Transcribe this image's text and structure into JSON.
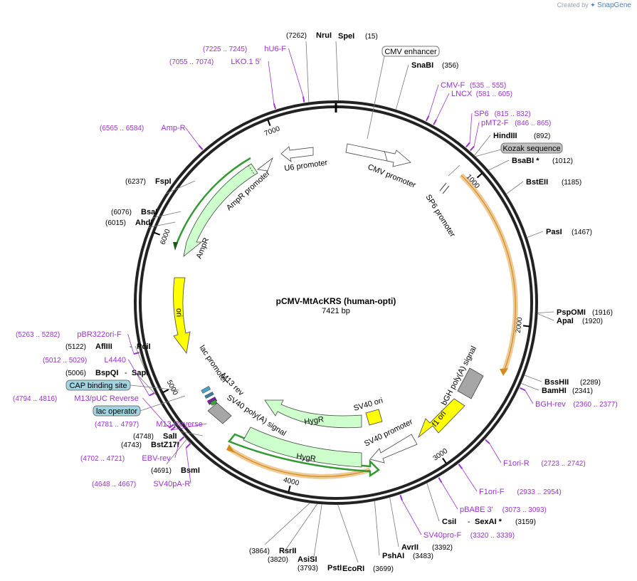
{
  "app": {
    "credit_prefix": "Created by",
    "brand": "SnapGene"
  },
  "plasmid": {
    "name": "pCMV-MtAcKRS (human-opti)",
    "size_label": "7421 bp",
    "length": 7421
  },
  "colors": {
    "enzyme": "#000000",
    "primer": "#9933cc",
    "primer_range": "#9933cc",
    "promoter": "#ffffff",
    "marker": "#ccffcc",
    "origin": "#ffff00",
    "polyA": "#a6a6a6",
    "protein_line": "#ffcc66",
    "resistance_line": "#339933"
  },
  "scale_ticks": [
    {
      "bp": 1000,
      "label": "1000"
    },
    {
      "bp": 2000,
      "label": "2000"
    },
    {
      "bp": 3000,
      "label": "3000"
    },
    {
      "bp": 4000,
      "label": "4000"
    },
    {
      "bp": 5000,
      "label": "5000"
    },
    {
      "bp": 6000,
      "label": "6000"
    },
    {
      "bp": 7000,
      "label": "7000"
    }
  ],
  "enzymes": [
    {
      "name": "SpeI",
      "pos": "(15)",
      "bp": 15
    },
    {
      "name": "SnaBI",
      "pos": "(356)",
      "bp": 356
    },
    {
      "name": "HindIII",
      "pos": "(892)",
      "bp": 892
    },
    {
      "name": "BsaBI *",
      "pos": "(1012)",
      "bp": 1012
    },
    {
      "name": "BstEII",
      "pos": "(1185)",
      "bp": 1185
    },
    {
      "name": "PasI",
      "pos": "(1467)",
      "bp": 1467
    },
    {
      "name": "PspOMI",
      "pos": "(1916)",
      "bp": 1916
    },
    {
      "name": "ApaI",
      "pos": "(1920)",
      "bp": 1920
    },
    {
      "name": "BssHII",
      "pos": "(2289)",
      "bp": 2289
    },
    {
      "name": "BamHI",
      "pos": "(2341)",
      "bp": 2341
    },
    {
      "name": "CsiI",
      "pos": "(3159)",
      "bp": 3159,
      "extra_name": "SexAI *"
    },
    {
      "name": "AvrII",
      "pos": "(3392)",
      "bp": 3392
    },
    {
      "name": "PshAI",
      "pos": "(3483)",
      "bp": 3483
    },
    {
      "name": "EcoRI",
      "pos": "(3699)",
      "bp": 3699
    },
    {
      "name": "PstI",
      "pos": "(3793)",
      "bp": 3793
    },
    {
      "name": "AsiSI",
      "pos": "(3820)",
      "bp": 3820
    },
    {
      "name": "RsrII",
      "pos": "(3864)",
      "bp": 3864
    },
    {
      "name": "BsmI",
      "pos": "(4691)",
      "bp": 4691
    },
    {
      "name": "BstZ17I",
      "pos": "(4743)",
      "bp": 4743
    },
    {
      "name": "SalI",
      "pos": "(4748)",
      "bp": 4748
    },
    {
      "name": "BspQI",
      "pos": "(5006)",
      "bp": 5006,
      "extra_name": "SapI"
    },
    {
      "name": "AflIII",
      "pos": "(5122)",
      "bp": 5122,
      "extra_name": "PciI"
    },
    {
      "name": "AhdI",
      "pos": "(6015)",
      "bp": 6015
    },
    {
      "name": "BsaI",
      "pos": "(6076)",
      "bp": 6076
    },
    {
      "name": "FspI",
      "pos": "(6237)",
      "bp": 6237
    },
    {
      "name": "NruI",
      "pos": "(7262)",
      "bp": 7262
    }
  ],
  "primers": [
    {
      "name": "CMV-F",
      "range": "(535 .. 555)",
      "bp": 545
    },
    {
      "name": "LNCX",
      "range": "(581 .. 605)",
      "bp": 593
    },
    {
      "name": "SP6",
      "range": "(815 .. 832)",
      "bp": 823
    },
    {
      "name": "pMT2-F",
      "range": "(846 .. 865)",
      "bp": 855
    },
    {
      "name": "BGH-rev",
      "range": "(2360 .. 2377)",
      "bp": 2368
    },
    {
      "name": "F1ori-R",
      "range": "(2723 .. 2742)",
      "bp": 2732
    },
    {
      "name": "F1ori-F",
      "range": "(2933 .. 2954)",
      "bp": 2943
    },
    {
      "name": "pBABE 3'",
      "range": "(3073 .. 3093)",
      "bp": 3083
    },
    {
      "name": "SV40pro-F",
      "range": "(3320 .. 3339)",
      "bp": 3329
    },
    {
      "name": "SV40pA-R",
      "range": "(4648 .. 4667)",
      "bp": 4657
    },
    {
      "name": "EBV-rev",
      "range": "(4702 .. 4721)",
      "bp": 4711
    },
    {
      "name": "M13 Reverse",
      "range": "(4781 .. 4797)",
      "bp": 4789
    },
    {
      "name": "M13/pUC Reverse",
      "range": "(4794 .. 4816)",
      "bp": 4805
    },
    {
      "name": "L4440",
      "range": "(5012 .. 5029)",
      "bp": 5020
    },
    {
      "name": "pBR322ori-F",
      "range": "(5263 .. 5282)",
      "bp": 5272
    },
    {
      "name": "Amp-R",
      "range": "(6565 .. 6584)",
      "bp": 6574
    },
    {
      "name": "LKO.1 5'",
      "range": "(7055 .. 7074)",
      "bp": 7064
    },
    {
      "name": "hU6-F",
      "range": "(7225 .. 7245)",
      "bp": 7235
    }
  ],
  "callout_boxes": [
    {
      "name": "CMV enhancer",
      "style": "white"
    },
    {
      "name": "Kozak sequence",
      "style": "gray"
    },
    {
      "name": "CAP binding site",
      "style": "blue"
    },
    {
      "name": "lac operator",
      "style": "blue"
    }
  ],
  "features": [
    {
      "name": "CMV promoter"
    },
    {
      "name": "SP6 promoter"
    },
    {
      "name": "U6 promoter"
    },
    {
      "name": "AmpR promoter"
    },
    {
      "name": "AmpR"
    },
    {
      "name": "ori"
    },
    {
      "name": "bGH poly(A) signal"
    },
    {
      "name": "f1 ori"
    },
    {
      "name": "SV40 promoter"
    },
    {
      "name": "SV40 ori"
    },
    {
      "name": "HygR",
      "copy": 1
    },
    {
      "name": "HygR",
      "copy": 2
    },
    {
      "name": "SV40 poly(A) signal"
    },
    {
      "name": "lac promoter"
    },
    {
      "name": "M13 rev"
    }
  ]
}
